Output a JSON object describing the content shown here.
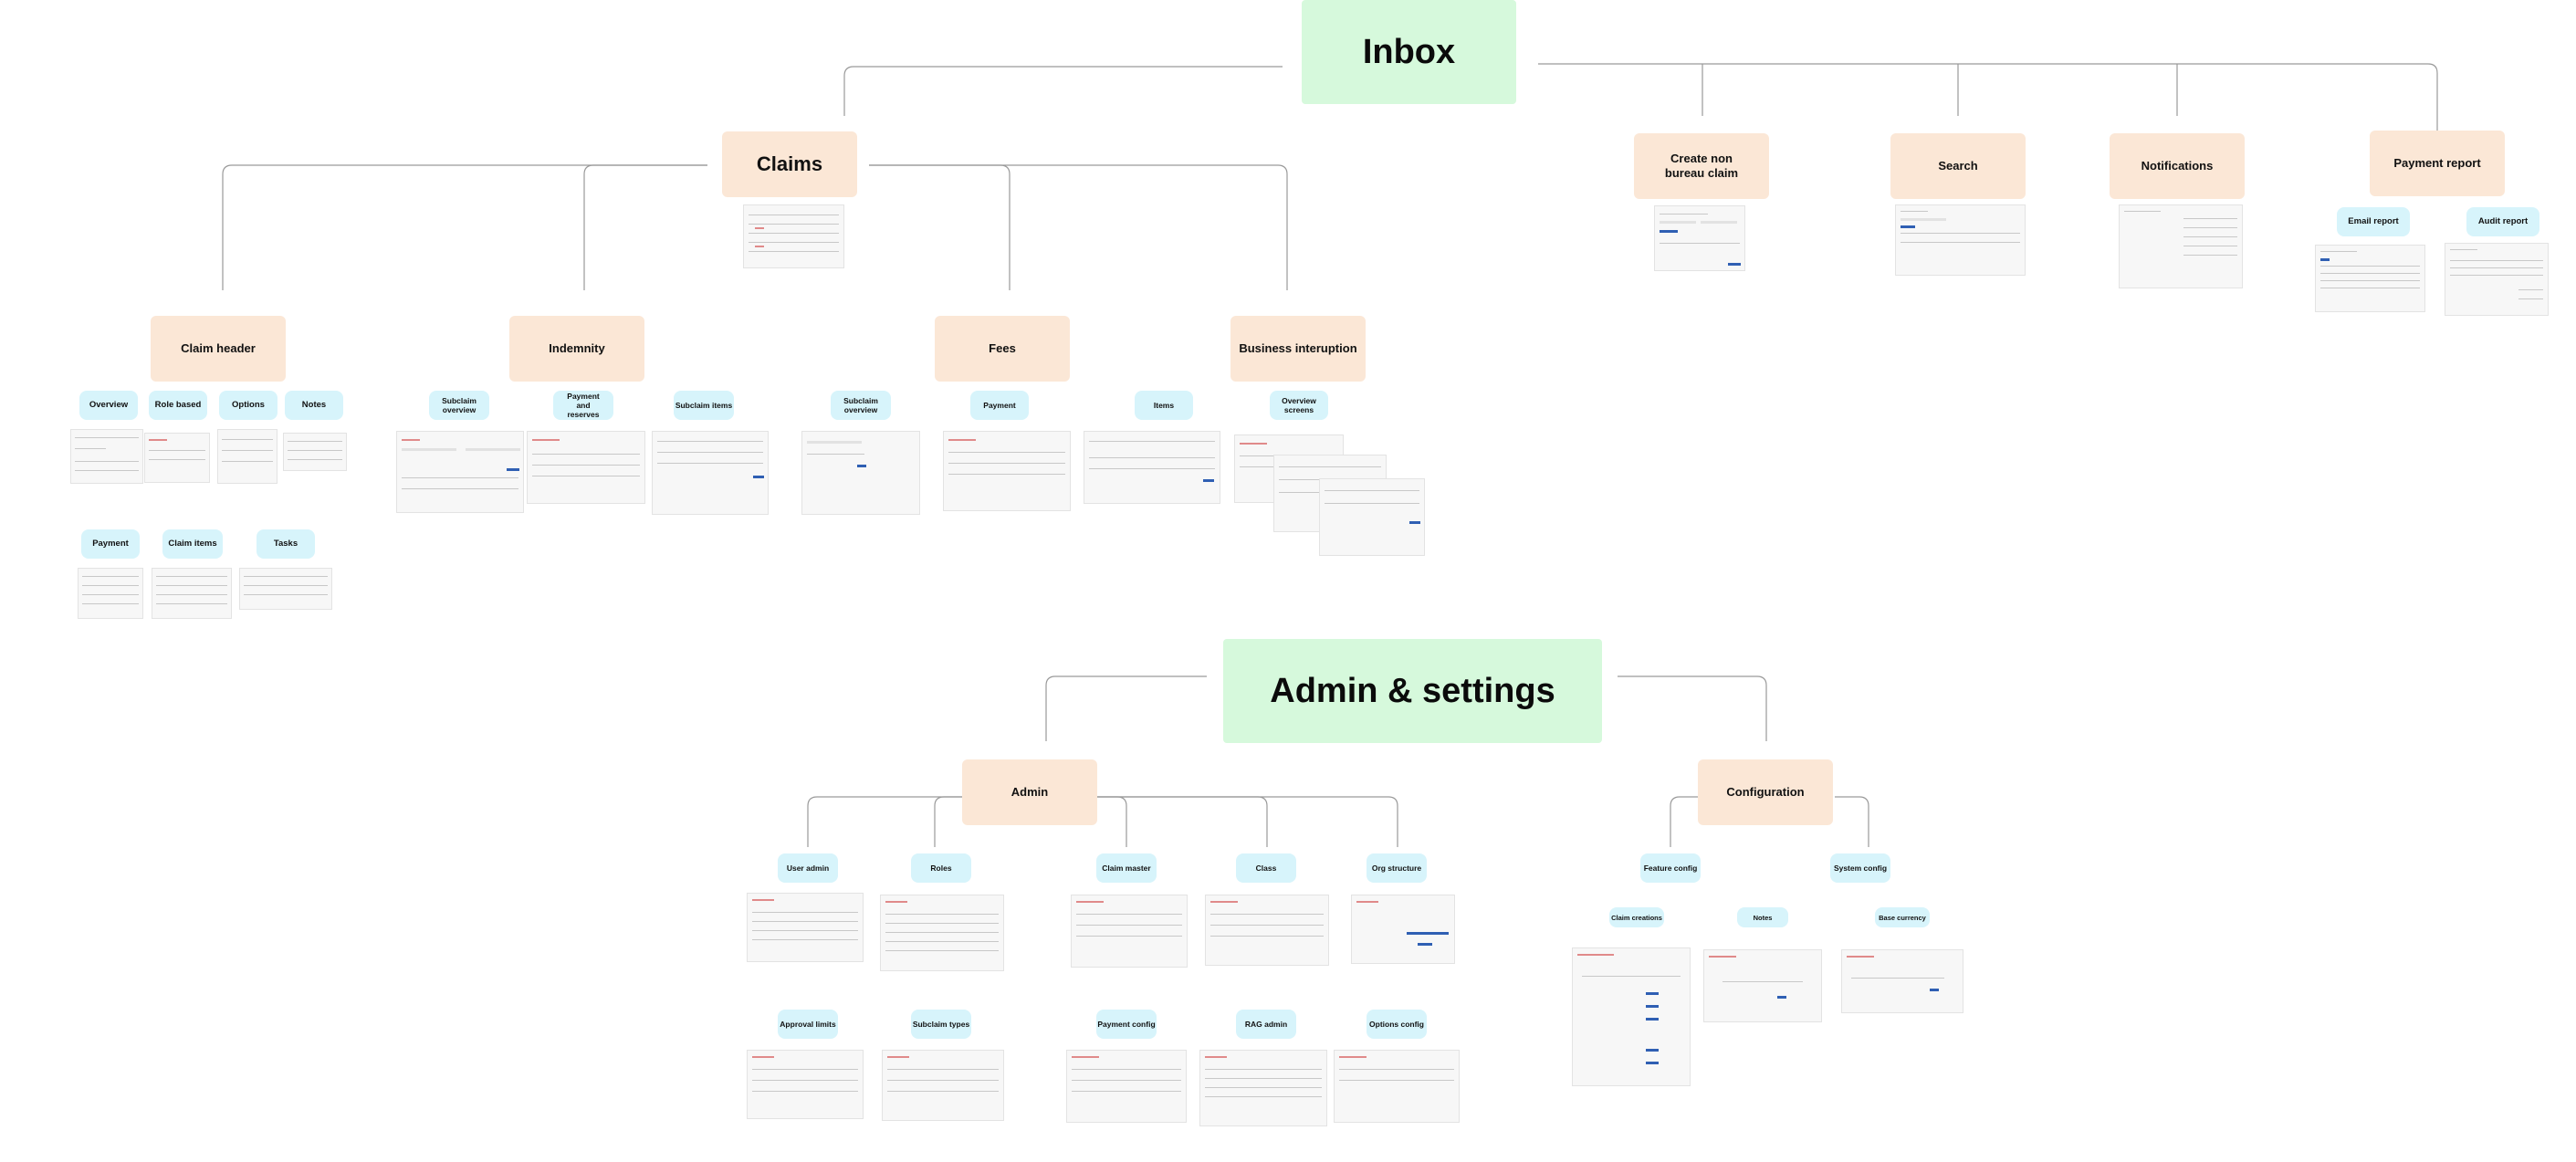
{
  "roots": {
    "inbox": "Inbox",
    "admin_settings": "Admin & settings"
  },
  "sections": {
    "claims": "Claims",
    "create_non_bureau_claim": "Create non bureau claim",
    "search": "Search",
    "notifications": "Notifications",
    "payment_report": "Payment report",
    "claim_header": "Claim header",
    "indemnity": "Indemnity",
    "fees": "Fees",
    "business_interuption": "Business interuption",
    "admin": "Admin",
    "configuration": "Configuration"
  },
  "pages": {
    "email_report": "Email report",
    "audit_report": "Audit report",
    "overview": "Overview",
    "role_based": "Role based",
    "options": "Options",
    "notes": "Notes",
    "payment": "Payment",
    "claim_items": "Claim items",
    "tasks": "Tasks",
    "indemnity_subclaim_overview": "Subclaim overview",
    "payment_and_reserves": "Payment and reserves",
    "indemnity_subclaim_items": "Subclaim items",
    "fees_subclaim_overview": "Subclaim overview",
    "fees_payment": "Payment",
    "fees_items": "Items",
    "overview_screens": "Overview screens",
    "user_admin": "User admin",
    "roles": "Roles",
    "claim_master": "Claim master",
    "class": "Class",
    "org_structure": "Org structure",
    "approval_limits": "Approval limits",
    "subclaim_types": "Subclaim types",
    "payment_config": "Payment config",
    "rag_admin": "RAG admin",
    "options_config": "Options config",
    "feature_config": "Feature config",
    "system_config": "System config",
    "claim_creations": "Claim creations",
    "config_notes": "Notes",
    "base_currency": "Base currency"
  },
  "colors": {
    "root": "#d6f9dc",
    "section": "#fbe7d6",
    "page": "#d7f4fb",
    "connector": "#9a9a9a"
  },
  "thumbnail_count": 33
}
